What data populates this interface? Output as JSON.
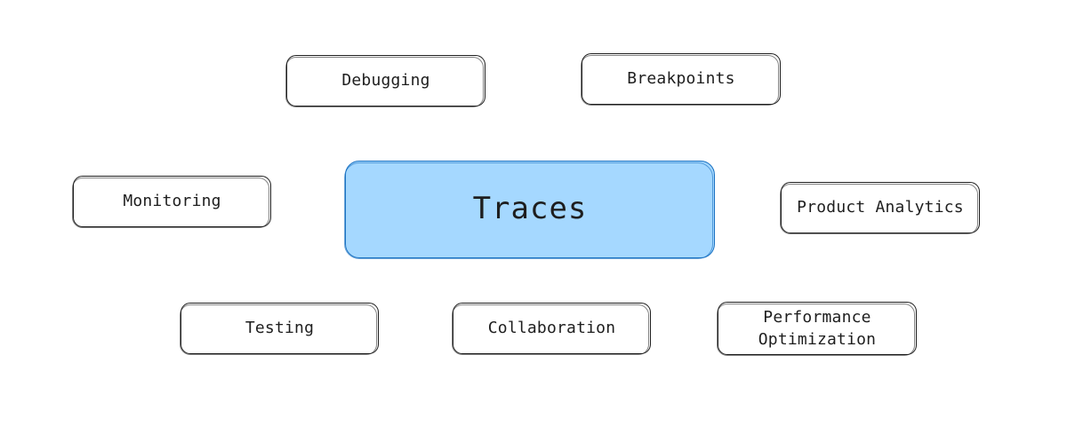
{
  "diagram": {
    "center": {
      "label": "Traces",
      "fill_color": "#a5d8ff",
      "stroke_color": "#1971c2"
    },
    "nodes": [
      {
        "id": "debugging",
        "label": "Debugging"
      },
      {
        "id": "breakpoints",
        "label": "Breakpoints"
      },
      {
        "id": "monitoring",
        "label": "Monitoring"
      },
      {
        "id": "product-analytics",
        "label": "Product Analytics"
      },
      {
        "id": "testing",
        "label": "Testing"
      },
      {
        "id": "collaboration",
        "label": "Collaboration"
      },
      {
        "id": "performance-optimization",
        "label": "Performance\nOptimization"
      }
    ],
    "node_stroke_color": "#1e1e1e",
    "node_fill_color": "#ffffff"
  }
}
